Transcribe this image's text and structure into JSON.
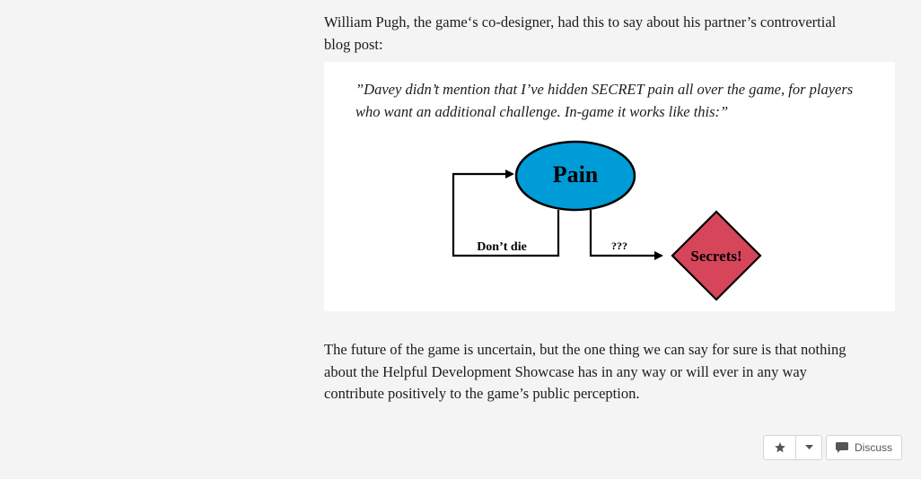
{
  "article": {
    "intro": "William Pugh, the game‘s co-designer, had this to say about his partner’s controvertial blog post:",
    "quote": "”Davey didn’t mention that I’ve hidden SECRET pain all over the game, for players who want an additional challenge. In-game it works like this:”",
    "outro": "The future of the game is uncertain, but the one thing we can say for sure is that nothing about the Helpful Development Showcase has in any way or will ever in any way contribute positively to the game’s public perception."
  },
  "flowchart": {
    "pain_label": "Pain",
    "loop_label": "Don’t die",
    "branch_label": "???",
    "secrets_label": "Secrets!",
    "colors": {
      "pain_fill": "#009cd8",
      "secrets_fill": "#d6455a",
      "stroke": "#000000"
    }
  },
  "actions": {
    "star_icon": "star-icon",
    "caret_icon": "caret-down-icon",
    "discuss_icon": "speech-bubble-icon",
    "discuss_label": "Discuss"
  }
}
